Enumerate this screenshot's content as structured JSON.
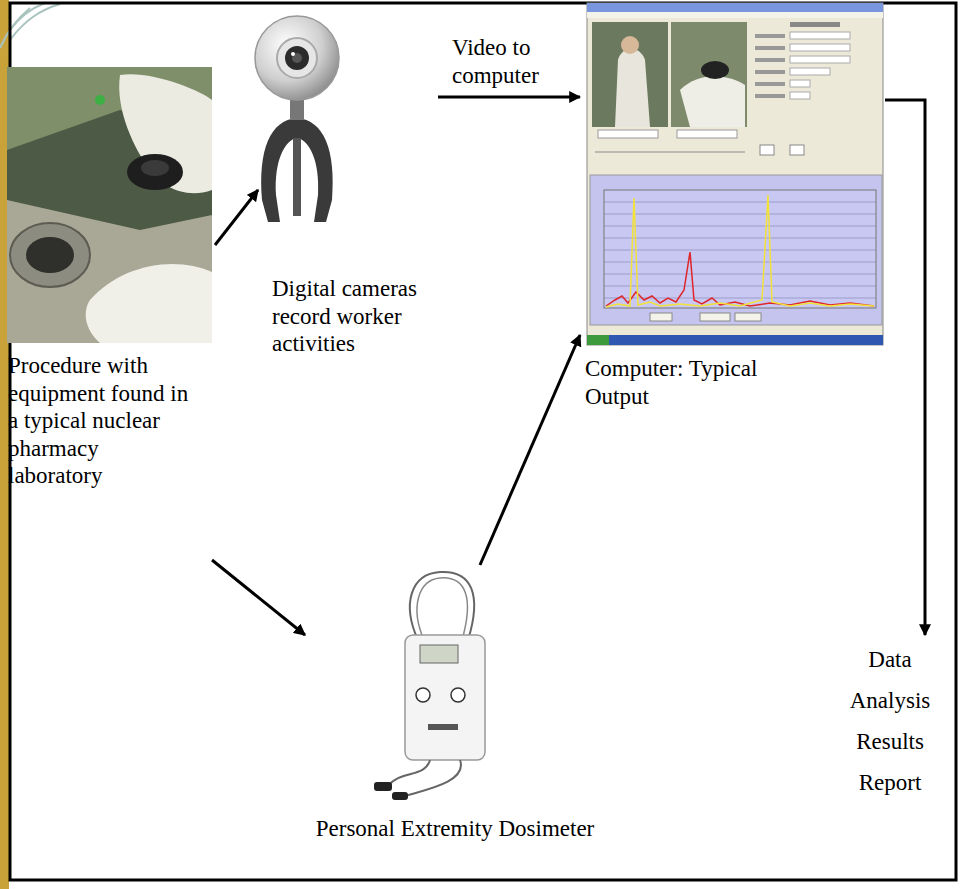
{
  "diagram": {
    "nodes": [
      {
        "text": [
          "Procedure with equipment found in a typical nuclear pharmacy laboratory"
        ]
      },
      {
        "text": [
          "Digital cameras record worker activities"
        ]
      },
      {
        "text": [
          "Computer: Typical Output"
        ]
      },
      {
        "text": [
          "Personal Extremity Dosimeter"
        ]
      },
      {
        "text": [
          "Data Analysis Results Report"
        ]
      }
    ],
    "edges": [
      {
        "from": 0,
        "to": 1,
        "arrow": "to"
      },
      {
        "from": 1,
        "to": 2,
        "label": "Video to computer",
        "arrow": "to"
      },
      {
        "from": 0,
        "to": 3,
        "arrow": "to"
      },
      {
        "from": 3,
        "to": 2,
        "arrow": "to"
      },
      {
        "from": 2,
        "to": 4,
        "arrow": "to"
      }
    ]
  }
}
